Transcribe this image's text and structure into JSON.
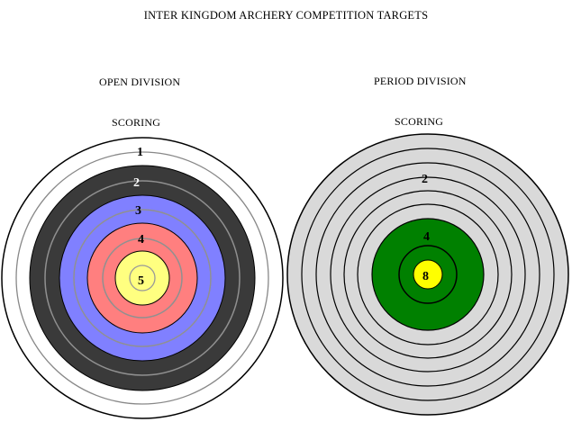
{
  "title": "INTER KINGDOM ARCHERY COMPETITION TARGETS",
  "targets": {
    "open": {
      "division": "OPEN DIVISION",
      "scoring_label": "SCORING",
      "score_labels": [
        "1",
        "2",
        "3",
        "4",
        "5"
      ],
      "colors": {
        "white": "#ffffff",
        "black": "#3a3a3a",
        "blue": "#8080ff",
        "red": "#ff7f7f",
        "gold": "#ffff80"
      }
    },
    "period": {
      "division": "PERIOD DIVISION",
      "scoring_label": "SCORING",
      "score_labels": [
        "2",
        "4",
        "8"
      ],
      "colors": {
        "outer": "#d9d9d9",
        "center": "#008000",
        "bull": "#ffff00"
      }
    }
  }
}
